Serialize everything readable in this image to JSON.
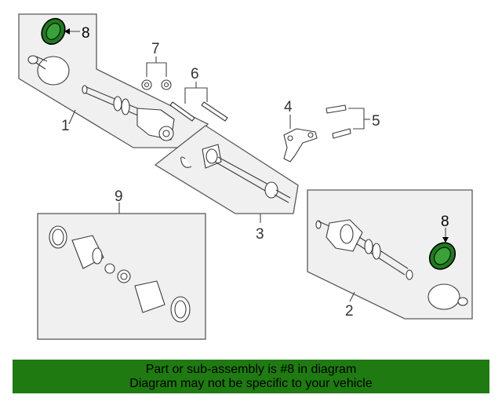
{
  "callouts": {
    "c1": "1",
    "c2": "2",
    "c3": "3",
    "c4": "4",
    "c5": "5",
    "c6": "6",
    "c7": "7",
    "c8a": "8",
    "c8b": "8",
    "c9": "9"
  },
  "highlight_color": "#1f7a1f",
  "banner": {
    "line1": "Part or sub-assembly is #8 in diagram",
    "line2": "Diagram may not be specific to your vehicle",
    "background": "#1f7a12"
  }
}
